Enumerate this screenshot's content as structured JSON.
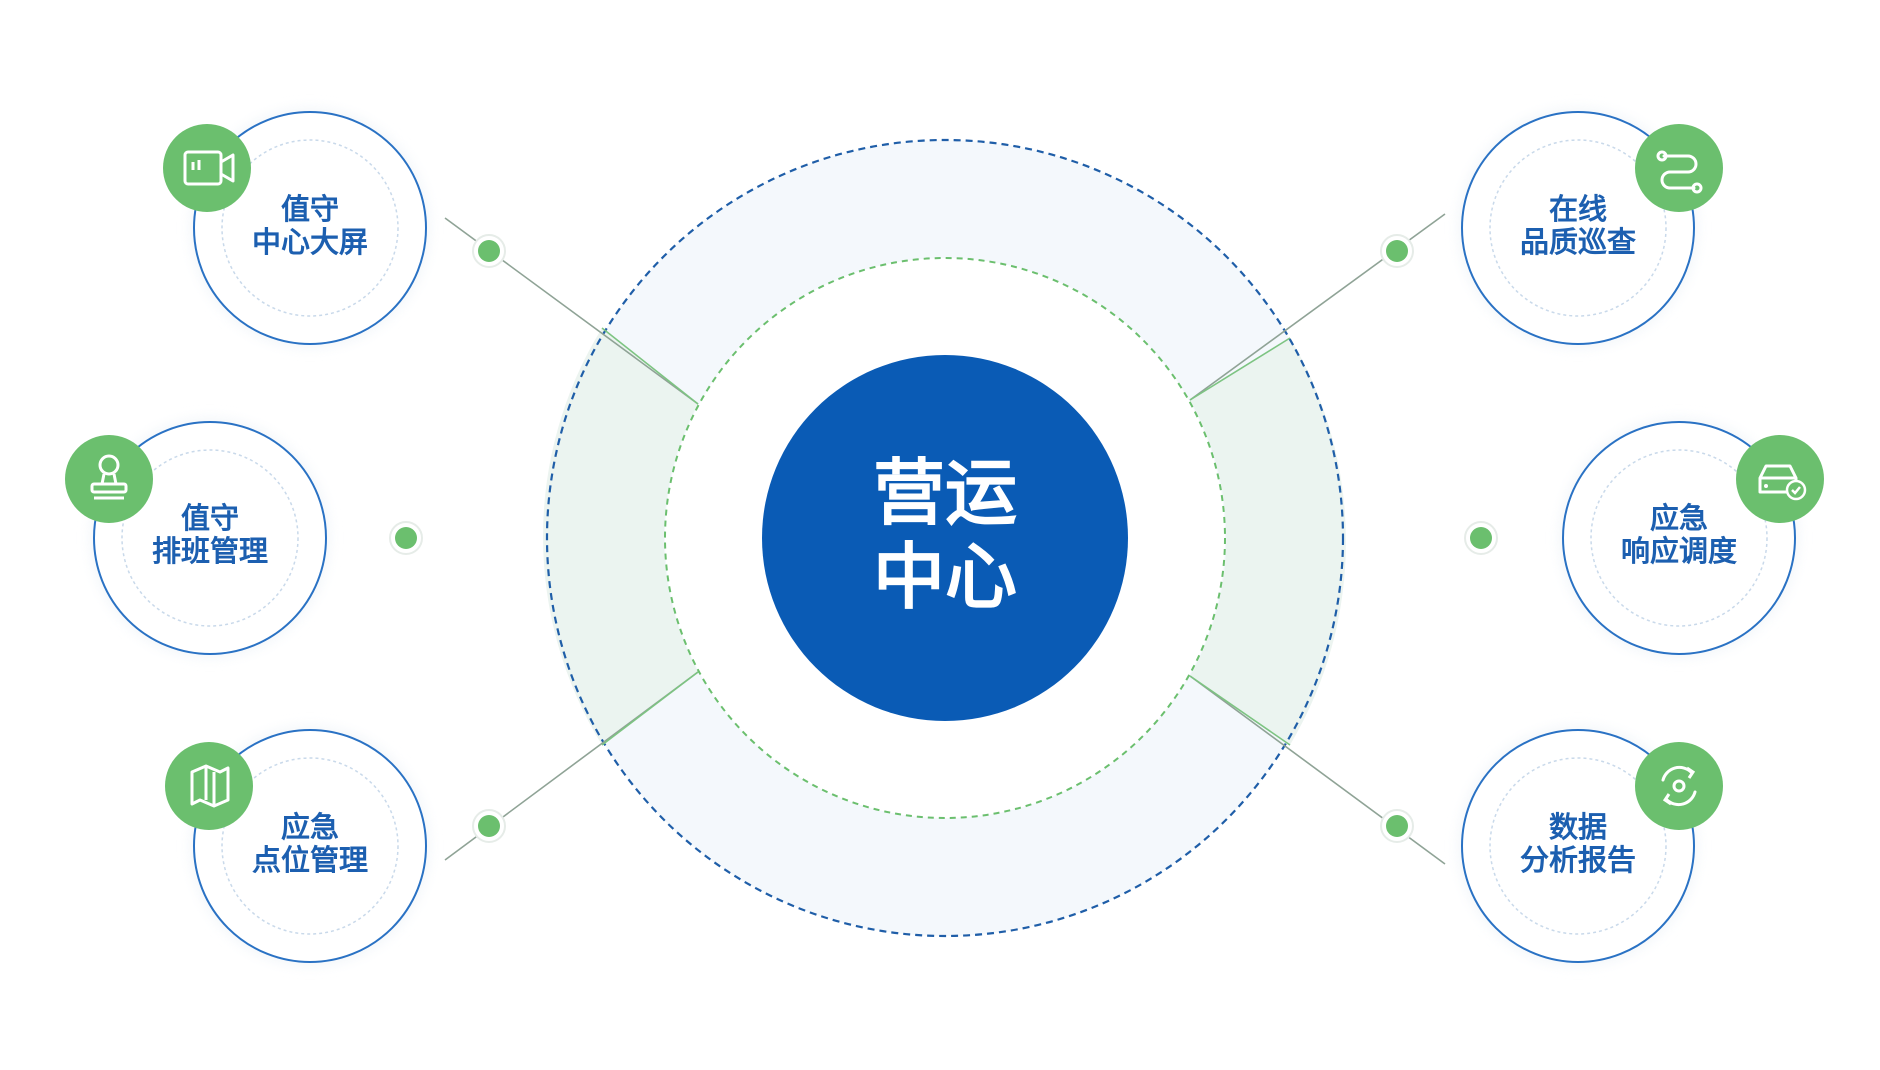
{
  "center": {
    "line1": "营运",
    "line2": "中心"
  },
  "nodes": [
    {
      "id": "left-top",
      "line1": "值守",
      "line2": "中心大屏",
      "icon": "video-camera-icon"
    },
    {
      "id": "left-mid",
      "line1": "值守",
      "line2": "排班管理",
      "icon": "stamp-icon"
    },
    {
      "id": "left-bot",
      "line1": "应急",
      "line2": "点位管理",
      "icon": "map-icon"
    },
    {
      "id": "right-top",
      "line1": "在线",
      "line2": "品质巡查",
      "icon": "route-icon"
    },
    {
      "id": "right-mid",
      "line1": "应急",
      "line2": "响应调度",
      "icon": "car-check-icon"
    },
    {
      "id": "right-bot",
      "line1": "数据",
      "line2": "分析报告",
      "icon": "cycle-icon"
    }
  ],
  "colors": {
    "center_fill": "#0a5bb5",
    "node_text": "#1c5fb0",
    "icon_badge": "#6bbf6e",
    "ring_blue": "#1f5ea8",
    "ring_green": "#6bbf6e",
    "ring_fill": "#f4f8fc"
  }
}
